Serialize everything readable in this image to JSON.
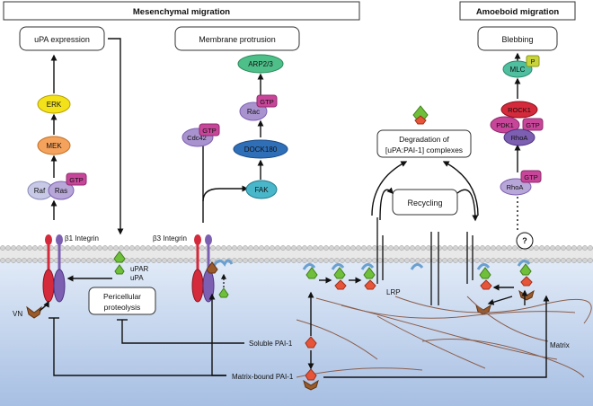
{
  "headers": {
    "mesenchymal": "Mesenchymal migration",
    "amoeboid": "Amoeboid migration"
  },
  "boxes": {
    "upa_expression": "uPA expression",
    "membrane_protrusion": "Membrane protrusion",
    "blebbing": "Blebbing",
    "degradation_line1": "Degradation of",
    "degradation_line2": "[uPA:PAI-1] complexes",
    "recycling": "Recycling",
    "pericellular_line1": "Pericellular",
    "pericellular_line2": "proteolysis"
  },
  "molecules": {
    "erk": "ERK",
    "mek": "MEK",
    "raf": "Raf",
    "ras": "Ras",
    "gtp": "GTP",
    "arp23": "ARP2/3",
    "rac": "Rac",
    "cdc42": "Cdc42",
    "dock180": "DOCK180",
    "fak": "FAK",
    "mlc": "MLC",
    "p": "P",
    "rock1": "ROCK1",
    "pdk1": "PDK1",
    "rhoa": "RhoA",
    "question": "?"
  },
  "labels": {
    "beta1": "β1 Integrin",
    "beta3": "β3 Integrin",
    "upar": "uPAR",
    "upa": "uPA",
    "vn": "VN",
    "lrp": "LRP",
    "soluble_pai1": "Soluble PAI-1",
    "matrix_bound_pai1": "Matrix-bound PAI-1",
    "matrix": "Matrix"
  },
  "colors": {
    "extracellular": "#ffffff",
    "cytoplasm_top": "#dbe6f5",
    "cytoplasm_bottom": "#a9c0e4",
    "membrane_head": "#d9d9d9",
    "box_fill": "#ffffff",
    "erk": "#f3e11a",
    "mek": "#f5a25c",
    "raf": "#c8c9e6",
    "ras": "#b7a6d8",
    "gtp": "#c8469a",
    "arp23": "#4fbf8a",
    "rac": "#a993cf",
    "cdc42": "#a993cf",
    "dock180": "#2f6fb8",
    "fak": "#49b6c9",
    "mlc": "#4fbfa0",
    "p_tag": "#c9d43a",
    "rock1": "#d42a3b",
    "pdk1": "#c8469a",
    "rhoa": "#7d5fb2",
    "integrin_a": "#d42a3b",
    "integrin_b": "#7d5fb2",
    "upar": "#6aa0d0",
    "upa_green": "#6fbf3a",
    "pai1_red": "#e6553a",
    "vn_brown": "#9a5a2a",
    "matrix_fiber": "#8b5e4b"
  }
}
